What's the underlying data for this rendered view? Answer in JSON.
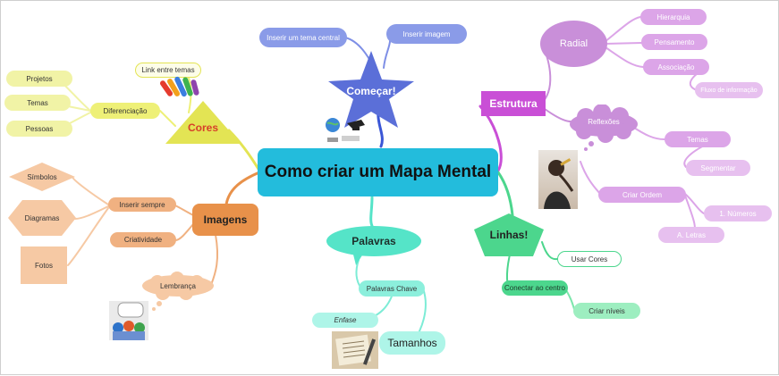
{
  "central": "Como criar um Mapa Mental",
  "comecar": {
    "title": "Começar!",
    "children": [
      "Inserir um tema central",
      "Inserir imagem"
    ]
  },
  "estrutura": {
    "title": "Estrutura",
    "radial": {
      "title": "Radial",
      "children": [
        "Hierarquia",
        "Pensamento",
        "Associação",
        "Fluxo de informação"
      ]
    },
    "reflexoes": {
      "title": "Reflexões",
      "children": [
        "Temas",
        "Segmentar"
      ]
    },
    "criar_ordem": {
      "title": "Criar Ordem",
      "children": [
        "1. Números",
        "A. Letras"
      ]
    }
  },
  "linhas": {
    "title": "Linhas!",
    "children": [
      "Usar Cores",
      "Conectar ao centro",
      "Criar níveis"
    ]
  },
  "palavras": {
    "title": "Palavras",
    "chave": "Palavras Chave",
    "enfase": "Enfase",
    "tamanhos": "Tamanhos"
  },
  "imagens": {
    "title": "Imagens",
    "inserir": "Inserir sempre",
    "shapes": [
      "Símbolos",
      "Diagramas",
      "Fotos"
    ],
    "criatividade": "Criatividade",
    "lembranca": "Lembrança"
  },
  "cores": {
    "title": "Cores",
    "link": "Link entre temas",
    "diferenciacao": "Diferenciação",
    "children": [
      "Projetos",
      "Temas",
      "Pessoas"
    ]
  },
  "colors": {
    "central": "#23bcdc",
    "comecar": "#5b6fd8",
    "estrutura": "#c94fd6",
    "radial": "#c98fd9",
    "radial_children": "#dca5e8",
    "linhas": "#4cd68d",
    "palavras": "#55e4c8",
    "imagens": "#e8914a",
    "imagens_light": "#f6c9a4",
    "cores": "#e3e454",
    "cores_light": "#f1f3a6"
  }
}
